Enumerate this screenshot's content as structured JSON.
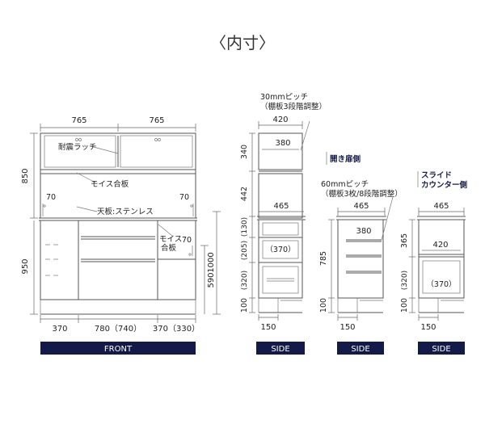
{
  "title": "〈内寸〉",
  "colors": {
    "bar": "#141a48",
    "bar_text": "#ffffff",
    "accent_label": "#141a48",
    "line": "#555555"
  },
  "front": {
    "top_widths": [
      "765",
      "765"
    ],
    "height_upper": "850",
    "height_lower": "950",
    "depth_inner_left": "70",
    "depth_inner_right": "70",
    "depth_inner_lower_right": "70",
    "label_latch": "耐震ラッチ",
    "label_moiss": "モイス合板",
    "label_top": "天板:ステンレス",
    "label_moiss2_l1": "モイス",
    "label_moiss2_l2": "合板",
    "total_height": "1000",
    "lower_height": "590",
    "bottom_widths": [
      "370",
      "780（740）",
      "370（330）"
    ],
    "bar_label": "FRONT"
  },
  "side1": {
    "pitch_l1": "30mmピッチ",
    "pitch_l2": "（棚板3段階調整）",
    "top_depth": "420",
    "shelf_depth": "380",
    "h1": "340",
    "h2": "442",
    "mid_depth": "465",
    "h3": "(130)",
    "h4": "(205)",
    "drawer_depth": "（370）",
    "h5": "(320)",
    "h6": "100",
    "base_width": "150",
    "bar_label": "SIDE"
  },
  "side2": {
    "heading": "開き扉側",
    "pitch_l1": "60mmピッチ",
    "pitch_l2": "（棚板3枚/8段階調整）",
    "depth": "465",
    "shelf_depth": "380",
    "h1": "785",
    "h2": "100",
    "base_width": "150",
    "bar_label": "SIDE"
  },
  "side3": {
    "heading_l1": "スライド",
    "heading_l2": "カウンター側",
    "depth": "465",
    "inner_depth": "420",
    "h1": "365",
    "h2": "(320)",
    "drawer_depth": "（370）",
    "h3": "100",
    "base_width": "150",
    "bar_label": "SIDE"
  }
}
